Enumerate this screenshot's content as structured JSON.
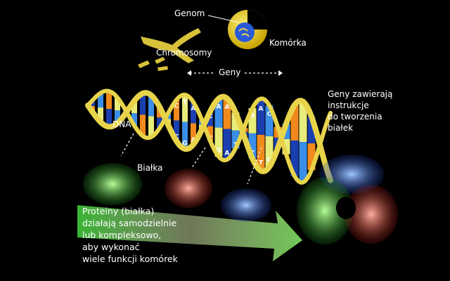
{
  "labels": {
    "genome": "Genom",
    "cell": "Komórka",
    "chromosomes": "Chromosomy",
    "genes": "Geny",
    "dna": "DNA",
    "proteins": "Białka"
  },
  "genes_note": [
    "Geny zawierają",
    "instrukcje",
    "do tworzenia",
    "białek"
  ],
  "proteins_note": [
    "Proteiny (białka)",
    "działają samodzielnie",
    "lub kompleksowo,",
    "aby wykonać",
    "wiele funkcji komórek"
  ],
  "base_letters": [
    "C",
    "C",
    "G",
    "T",
    "A",
    "A",
    "C",
    "T",
    "A",
    "G",
    "A",
    "A",
    "T",
    "T",
    "T",
    "A",
    "T",
    "A",
    "G",
    "C"
  ],
  "colors": {
    "background": "#000000",
    "helix": "#e8d44a",
    "base_blue": "#1a3fb0",
    "base_lightblue": "#3a8ee8",
    "base_orange": "#f08a1c",
    "base_yellowgreen": "#e8ec7a",
    "protein_green": "#3ec83a",
    "protein_red": "#d83a2a",
    "protein_blue": "#2a5ad8"
  }
}
